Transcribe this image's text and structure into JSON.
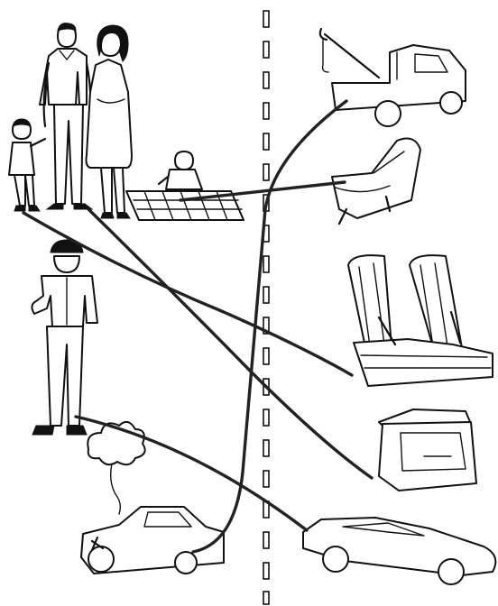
{
  "illustration": {
    "left_side": [
      "family",
      "baby-on-blanket",
      "mechanic",
      "smoking-car"
    ],
    "right_side": [
      "tow-truck",
      "child-car-seat",
      "bench-seats-with-belts",
      "open-car-trunk",
      "sports-car"
    ],
    "line_color": "#222222",
    "ink_color": "#111111",
    "background": "#ffffff"
  }
}
